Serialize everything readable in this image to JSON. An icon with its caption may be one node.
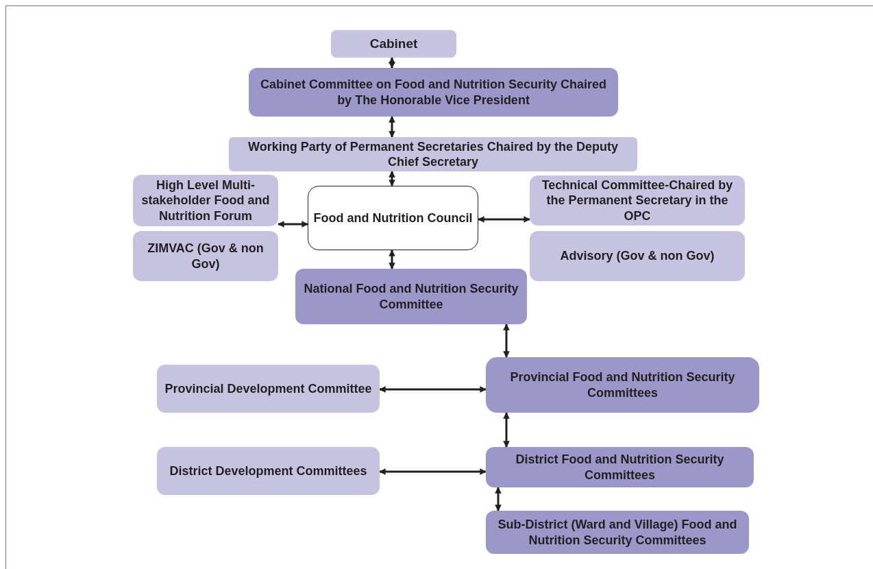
{
  "diagram": {
    "nodes": [
      {
        "text": [
          "Cabinet"
        ]
      },
      {
        "text": [
          "Cabinet Committee on Food and Nutrition Security Chaired by The Honorable Vice President"
        ]
      },
      {
        "text": [
          "Working Party of Permanent Secretaries Chaired by the Deputy Chief Secretary"
        ]
      },
      {
        "text": [
          "High Level Multi-stakeholder Food and Nutrition Forum"
        ]
      },
      {
        "text": [
          "ZIMVAC (Gov & non Gov)"
        ]
      },
      {
        "text": [
          "Food and Nutrition Council"
        ]
      },
      {
        "text": [
          "Technical Committee-Chaired by the Permanent Secretary in the OPC"
        ]
      },
      {
        "text": [
          "Advisory (Gov & non Gov)"
        ]
      },
      {
        "text": [
          "National Food and Nutrition Security Committee"
        ]
      },
      {
        "text": [
          "Provincial Development Committee"
        ]
      },
      {
        "text": [
          "Provincial Food and Nutrition Security Committees"
        ]
      },
      {
        "text": [
          "District Development Committees"
        ]
      },
      {
        "text": [
          "District Food and Nutrition Security Committees"
        ]
      },
      {
        "text": [
          "Sub-District (Ward and Village) Food and Nutrition Security Committees"
        ]
      }
    ],
    "edges": [
      {
        "from": 0,
        "to": 1,
        "arrow": "both"
      },
      {
        "from": 1,
        "to": 2,
        "arrow": "both"
      },
      {
        "from": 2,
        "to": 5,
        "arrow": "both"
      },
      {
        "from": 3,
        "to": 5,
        "arrow": "both"
      },
      {
        "from": 5,
        "to": 6,
        "arrow": "both"
      },
      {
        "from": 5,
        "to": 8,
        "arrow": "both"
      },
      {
        "from": 8,
        "to": 10,
        "arrow": "both"
      },
      {
        "from": 9,
        "to": 10,
        "arrow": "both"
      },
      {
        "from": 10,
        "to": 12,
        "arrow": "both"
      },
      {
        "from": 11,
        "to": 12,
        "arrow": "both"
      },
      {
        "from": 12,
        "to": 13,
        "arrow": "both"
      }
    ]
  }
}
